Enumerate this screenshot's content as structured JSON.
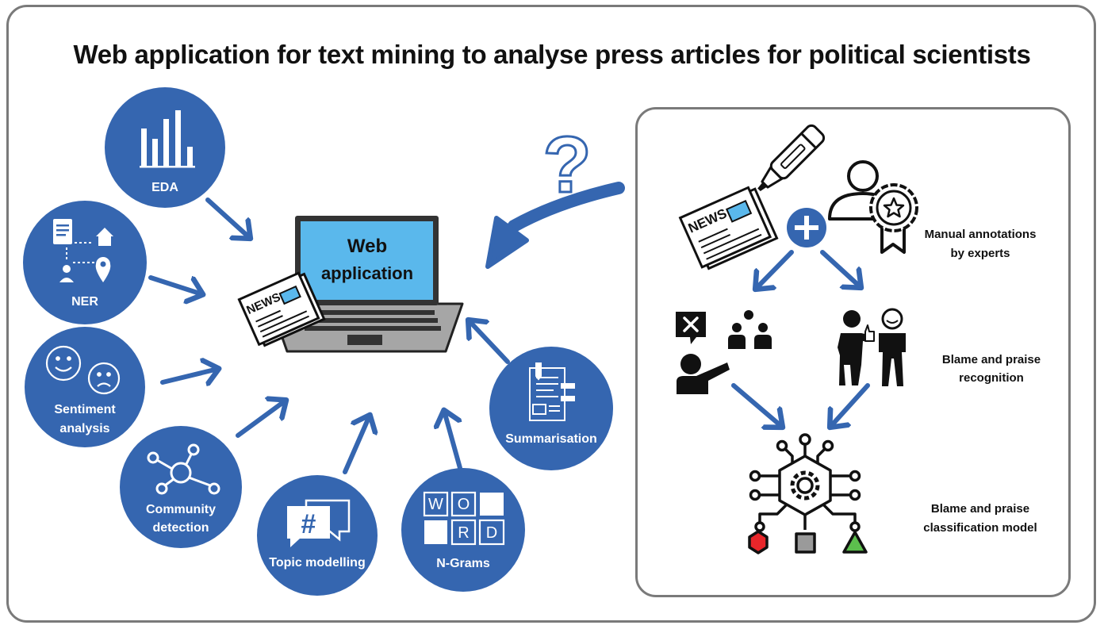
{
  "title": "Web application for text mining to analyse press articles for political scientists",
  "laptop": {
    "screen_line1": "Web",
    "screen_line2": "application",
    "newspaper_word": "NEWS"
  },
  "question_mark": "?",
  "features": [
    {
      "id": "eda",
      "label": "EDA"
    },
    {
      "id": "ner",
      "label": "NER"
    },
    {
      "id": "sentiment",
      "label_line1": "Sentiment",
      "label_line2": "analysis"
    },
    {
      "id": "community",
      "label_line1": "Community",
      "label_line2": "detection"
    },
    {
      "id": "topic",
      "label": "Topic modelling"
    },
    {
      "id": "ngrams",
      "label": "N-Grams",
      "word_tiles": [
        "W",
        "O",
        "",
        "",
        "R",
        "D"
      ]
    },
    {
      "id": "summarisation",
      "label": "Summarisation"
    }
  ],
  "right_panel": {
    "newspaper_word": "NEWS",
    "manual": {
      "line1": "Manual annotations",
      "line2": "by experts"
    },
    "recognition": {
      "line1": "Blame and praise",
      "line2": "recognition"
    },
    "classification": {
      "line1": "Blame and praise",
      "line2": "classification model"
    }
  },
  "colors": {
    "blue": "#3566b0",
    "screen": "#5ab8ec",
    "red": "#e8262a",
    "green": "#5cbf4d",
    "gray": "#9a9a9a"
  }
}
